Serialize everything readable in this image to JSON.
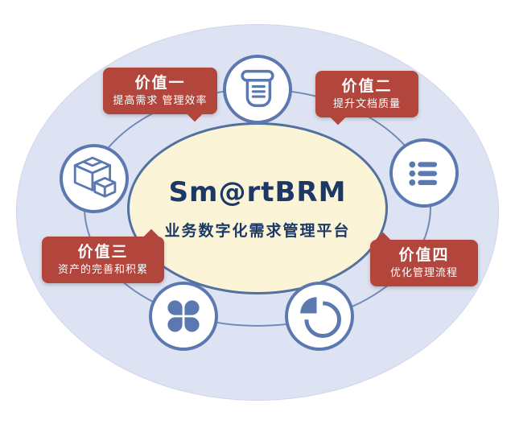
{
  "center": {
    "title": "Sm@rtBRM",
    "subtitle": "业务数字化需求管理平台"
  },
  "values": [
    {
      "label": "价值一",
      "desc": "提高需求 管理效率"
    },
    {
      "label": "价值二",
      "desc": "提升文档质量"
    },
    {
      "label": "价值三",
      "desc": "资产的完善和积累"
    },
    {
      "label": "价值四",
      "desc": "优化管理流程"
    }
  ],
  "icons": [
    {
      "name": "scroll-icon"
    },
    {
      "name": "list-icon"
    },
    {
      "name": "box-icon"
    },
    {
      "name": "clover-icon"
    },
    {
      "name": "pie-chart-icon"
    }
  ],
  "colors": {
    "outer_ellipse": "#dde3f2",
    "ring_stroke": "#7389b7",
    "inner_fill": "#fbf4d7",
    "inner_border": "#52719f",
    "icon_blue": "#5b79b0",
    "badge_red": "#b2453c",
    "title_navy": "#1c3866"
  }
}
